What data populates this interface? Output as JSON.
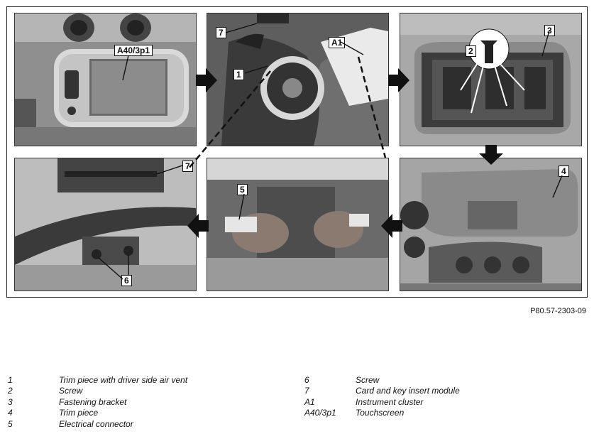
{
  "figure_ref": "P80.57-2303-09",
  "callouts": {
    "p1": [
      "A40/3p1"
    ],
    "p2": [
      "7",
      "1",
      "A1"
    ],
    "p3": [
      "2",
      "3"
    ],
    "p4": [
      "7",
      "6"
    ],
    "p5": [
      "5"
    ],
    "p6": [
      "4"
    ]
  },
  "legend": [
    {
      "num": "1",
      "text": "Trim piece with driver side air vent"
    },
    {
      "num": "2",
      "text": "Screw"
    },
    {
      "num": "3",
      "text": "Fastening bracket"
    },
    {
      "num": "4",
      "text": "Trim piece"
    },
    {
      "num": "5",
      "text": "Electrical connector"
    },
    {
      "num": "6",
      "text": "Screw"
    },
    {
      "num": "7",
      "text": "Card and key insert module"
    },
    {
      "num": "A1",
      "text": "Instrument cluster"
    },
    {
      "num": "A40/3p1",
      "text": "Touchscreen"
    }
  ],
  "icons": [
    "step-arrow-icon"
  ]
}
